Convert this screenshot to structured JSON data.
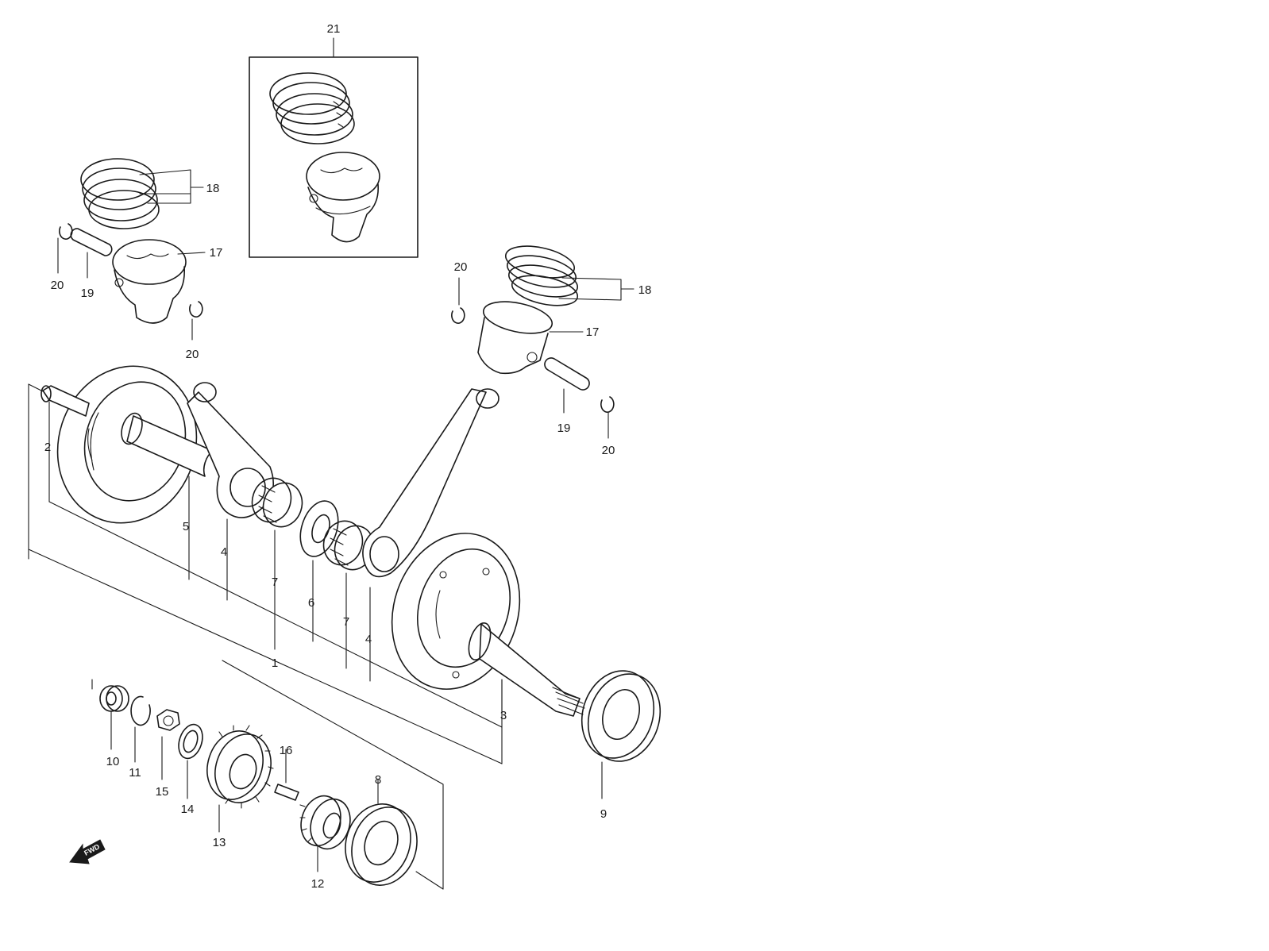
{
  "callouts": [
    {
      "id": "c1",
      "text": "1"
    },
    {
      "id": "c2",
      "text": "2"
    },
    {
      "id": "c3",
      "text": "3"
    },
    {
      "id": "c4a",
      "text": "4"
    },
    {
      "id": "c4b",
      "text": "4"
    },
    {
      "id": "c5",
      "text": "5"
    },
    {
      "id": "c6",
      "text": "6"
    },
    {
      "id": "c7a",
      "text": "7"
    },
    {
      "id": "c7b",
      "text": "7"
    },
    {
      "id": "c8",
      "text": "8"
    },
    {
      "id": "c9",
      "text": "9"
    },
    {
      "id": "c10",
      "text": "10"
    },
    {
      "id": "c11",
      "text": "11"
    },
    {
      "id": "c12",
      "text": "12"
    },
    {
      "id": "c13",
      "text": "13"
    },
    {
      "id": "c14",
      "text": "14"
    },
    {
      "id": "c15",
      "text": "15"
    },
    {
      "id": "c16",
      "text": "16"
    },
    {
      "id": "c17a",
      "text": "17"
    },
    {
      "id": "c17b",
      "text": "17"
    },
    {
      "id": "c18a",
      "text": "18"
    },
    {
      "id": "c18b",
      "text": "18"
    },
    {
      "id": "c19a",
      "text": "19"
    },
    {
      "id": "c19b",
      "text": "19"
    },
    {
      "id": "c20a",
      "text": "20"
    },
    {
      "id": "c20b",
      "text": "20"
    },
    {
      "id": "c20c",
      "text": "20"
    },
    {
      "id": "c20d",
      "text": "20"
    },
    {
      "id": "c21",
      "text": "21"
    }
  ],
  "direction_badge": {
    "text": "FWD",
    "icon": "arrow-left-icon"
  }
}
